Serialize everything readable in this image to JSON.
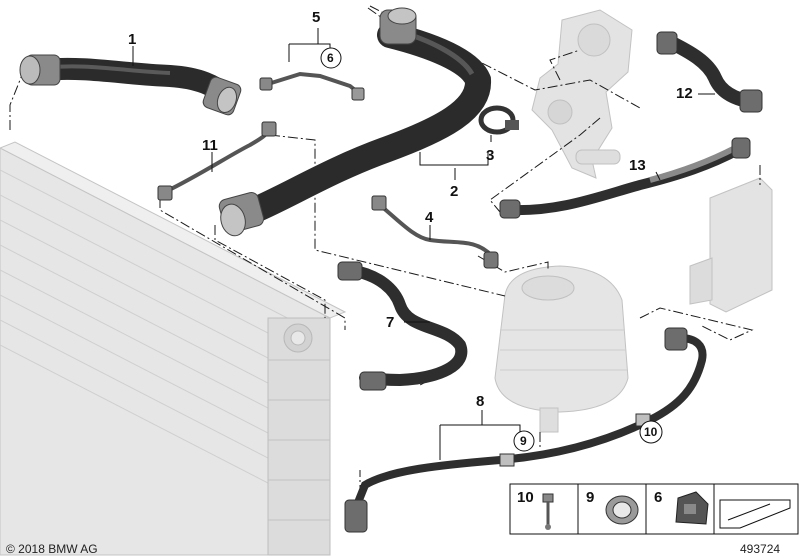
{
  "callouts": {
    "c1": "1",
    "c2": "2",
    "c3": "3",
    "c4": "4",
    "c5": "5",
    "c6": "6",
    "c7": "7",
    "c8": "8",
    "c9": "9",
    "c10": "10",
    "c11": "11",
    "c12": "12",
    "c13": "13"
  },
  "legend": {
    "item_10": "10",
    "item_9": "9",
    "item_6": "6"
  },
  "footer": {
    "copyright": "© 2018 BMW AG",
    "diagram_number": "493724"
  },
  "colors": {
    "hose": "#2b2b2b",
    "ghost_part": "#d9d9d9",
    "radiator": "#e4e4e4",
    "lines": "#111111"
  }
}
